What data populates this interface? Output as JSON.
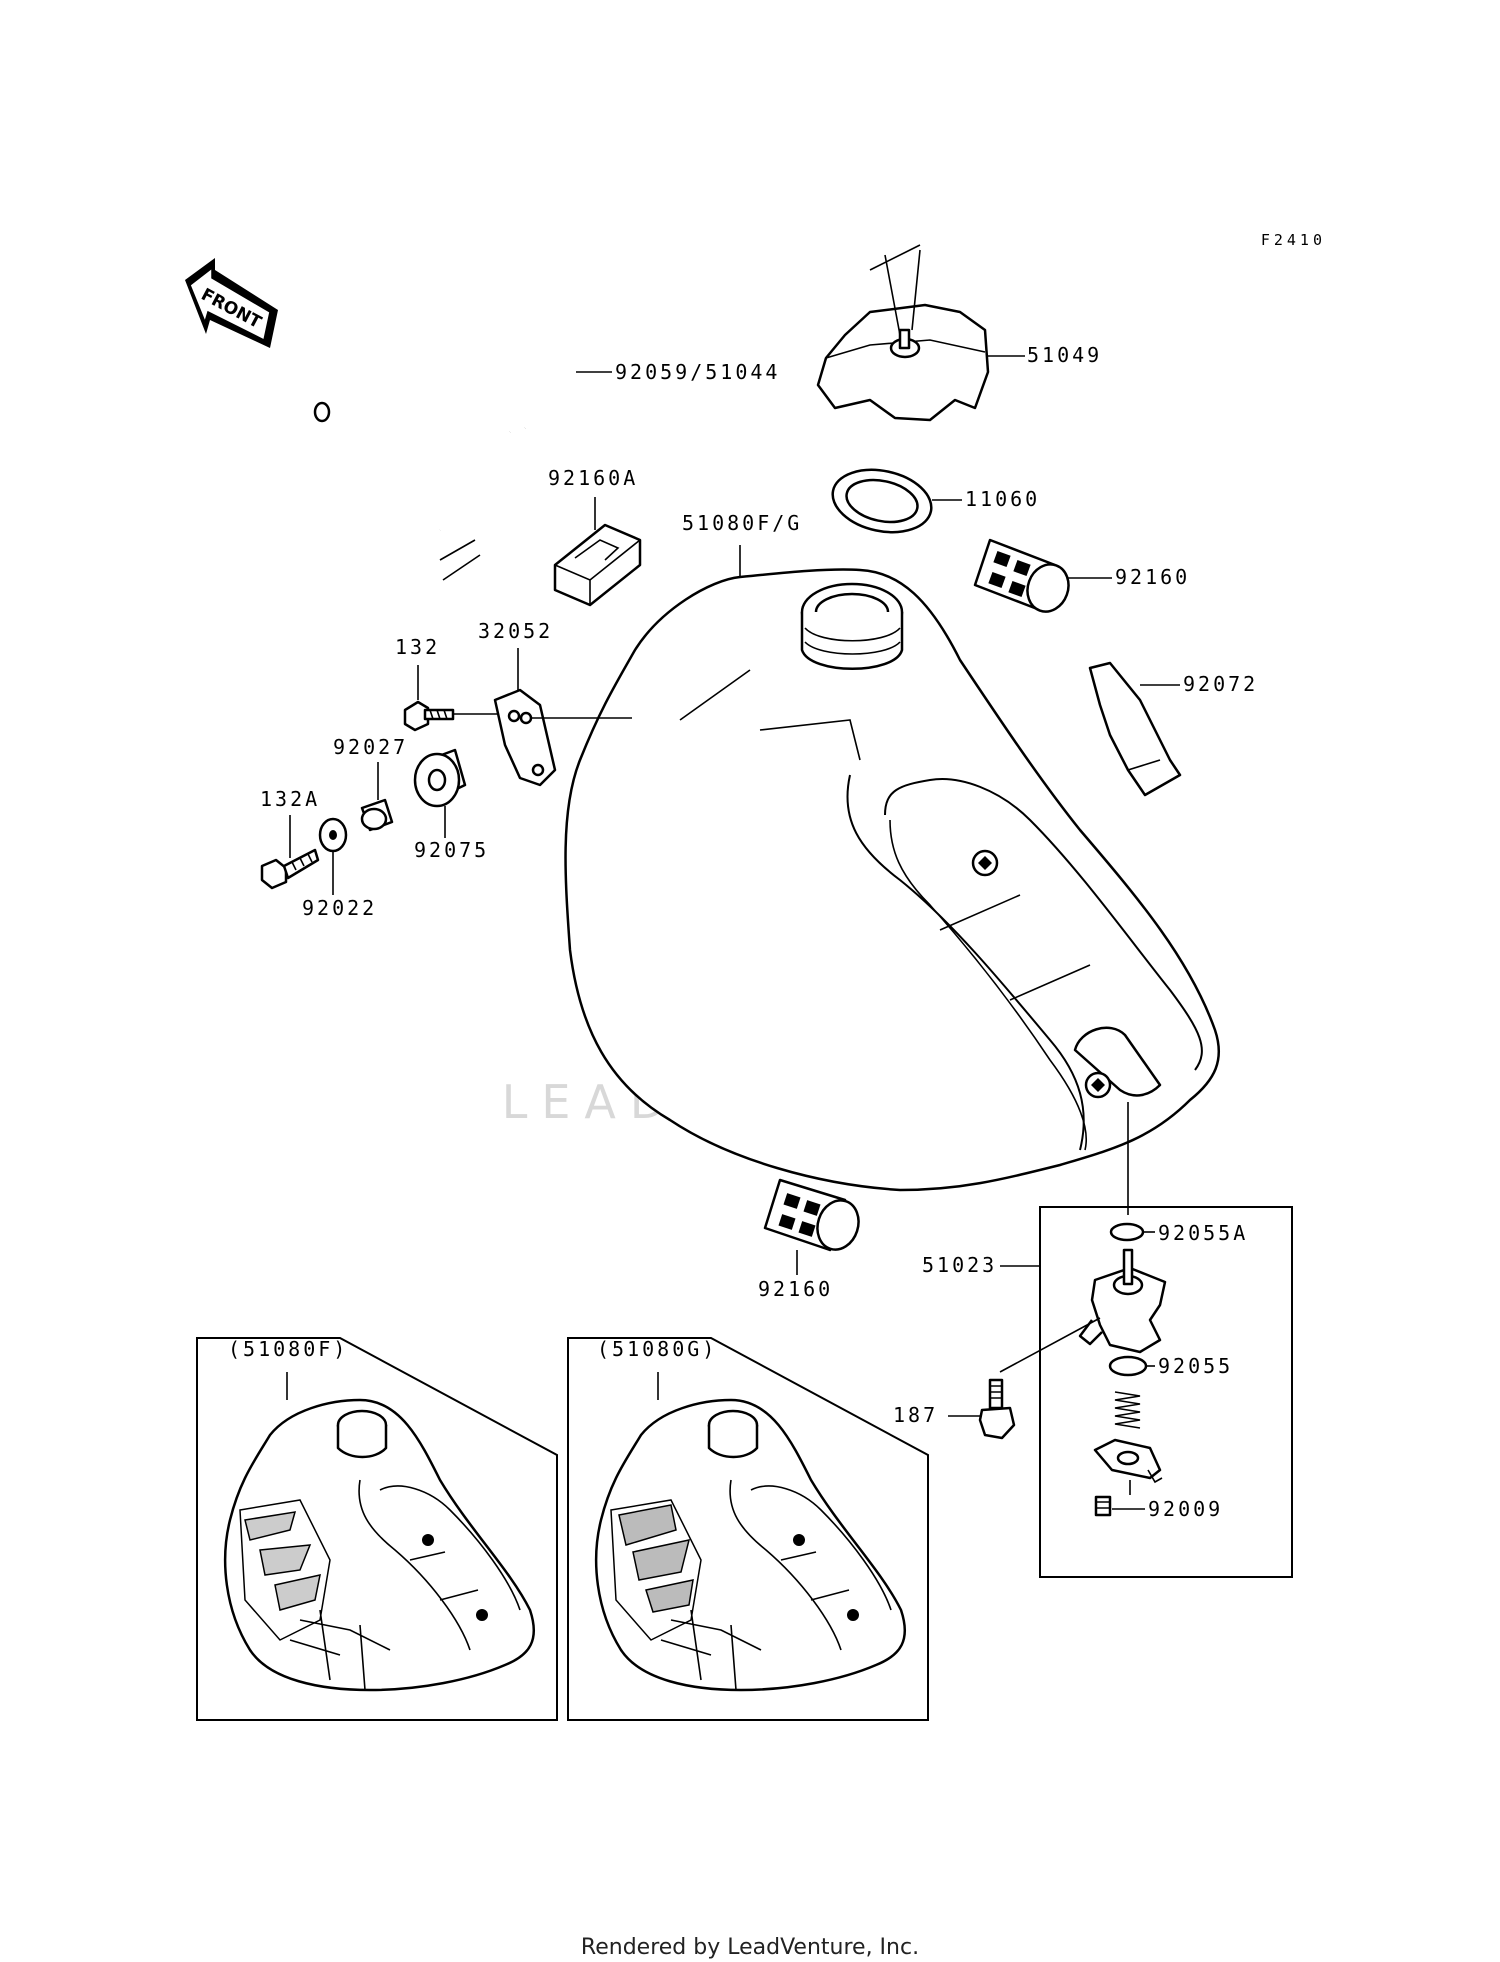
{
  "figure_code": "F2410",
  "front_arrow_label": "FRONT",
  "watermark": "LEADVENTURE",
  "part_labels": {
    "hose": "92059/51044",
    "cap": "51049",
    "gasket": "11060",
    "filter_top": "92160",
    "tank": "51080F/G",
    "pad": "92160A",
    "strap": "92072",
    "bolt_132": "132",
    "bracket": "32052",
    "collar": "92027",
    "bolt_132a": "132A",
    "damper": "92075",
    "washer": "92022",
    "filter_bottom": "92160",
    "oring_a": "92055A",
    "cock": "51023",
    "oring": "92055",
    "bolt_187": "187",
    "screw": "92009"
  },
  "variant_left_label": "(51080F)",
  "variant_right_label": "(51080G)",
  "footer": "Rendered by LeadVenture, Inc."
}
